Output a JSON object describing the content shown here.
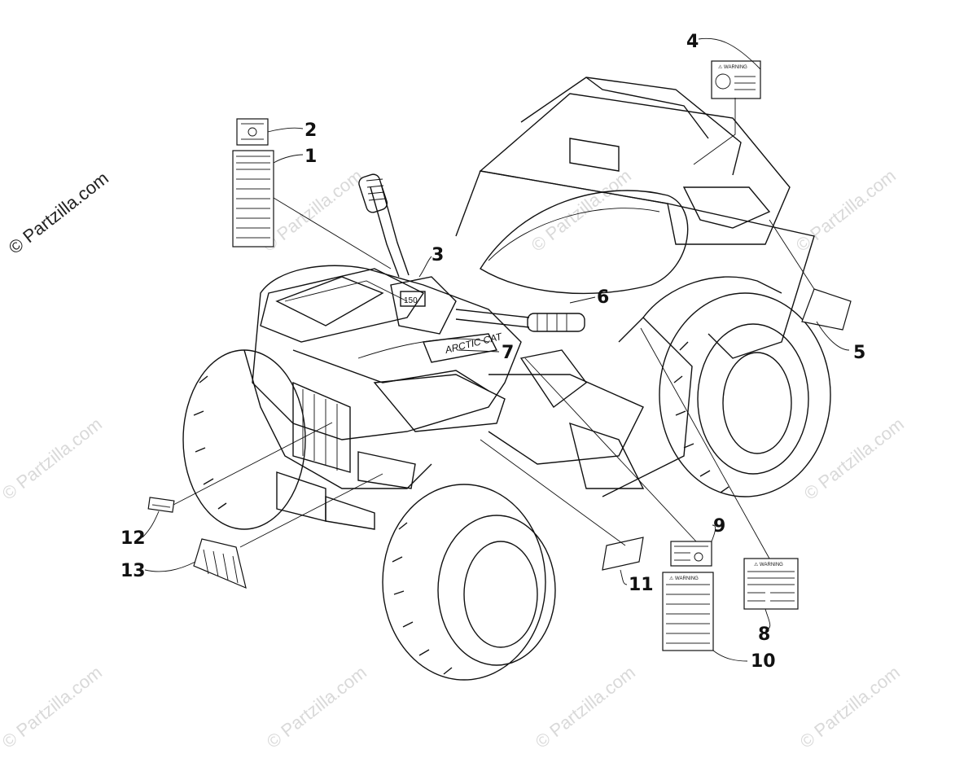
{
  "watermark_main": "© Partzilla.com",
  "watermark_bg": "© Partzilla.com",
  "decals": {
    "warning_text": "⚠ WARNING",
    "brand_text": "ARCTIC CAT",
    "display_text": "150"
  },
  "callouts": [
    {
      "n": "1"
    },
    {
      "n": "2"
    },
    {
      "n": "3"
    },
    {
      "n": "4"
    },
    {
      "n": "5"
    },
    {
      "n": "6"
    },
    {
      "n": "7"
    },
    {
      "n": "8"
    },
    {
      "n": "9"
    },
    {
      "n": "10"
    },
    {
      "n": "11"
    },
    {
      "n": "12"
    },
    {
      "n": "13"
    }
  ]
}
